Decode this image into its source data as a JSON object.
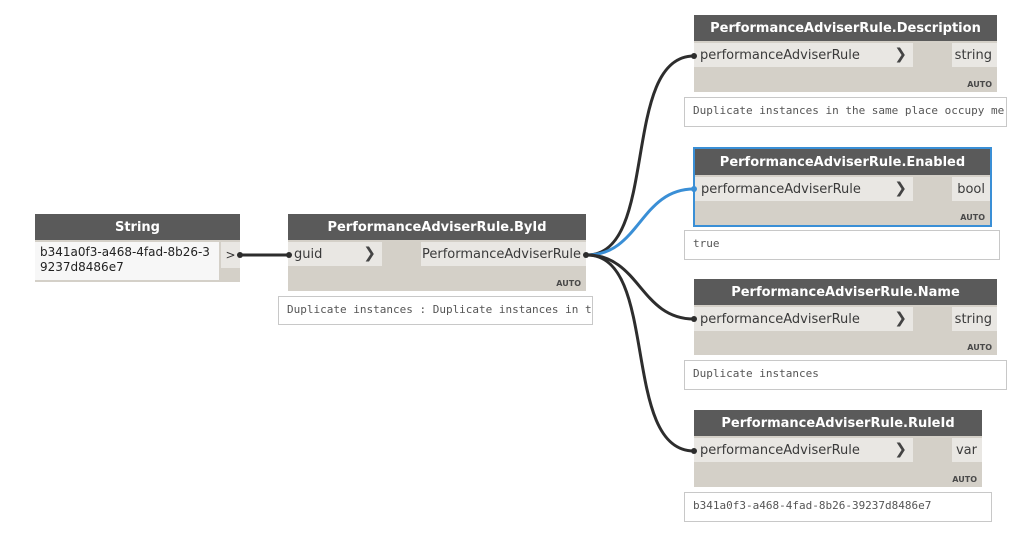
{
  "nodes": {
    "string": {
      "title": "String",
      "value": "b341a0f3-a468-4fad-8b26-39237d8486e7",
      "out_glyph": ">"
    },
    "byid": {
      "title": "PerformanceAdviserRule.ById",
      "input": "guid",
      "output": "PerformanceAdviserRule",
      "lacing": "AUTO",
      "preview": "Duplicate instances : Duplicate instances in t"
    },
    "description": {
      "title": "PerformanceAdviserRule.Description",
      "input": "performanceAdviserRule",
      "output": "string",
      "lacing": "AUTO",
      "preview": "Duplicate instances in the same place occupy me"
    },
    "enabled": {
      "title": "PerformanceAdviserRule.Enabled",
      "input": "performanceAdviserRule",
      "output": "bool",
      "lacing": "AUTO",
      "preview": "true"
    },
    "name": {
      "title": "PerformanceAdviserRule.Name",
      "input": "performanceAdviserRule",
      "output": "string",
      "lacing": "AUTO",
      "preview": "Duplicate instances"
    },
    "ruleid": {
      "title": "PerformanceAdviserRule.RuleId",
      "input": "performanceAdviserRule",
      "output": "var",
      "lacing": "AUTO",
      "preview": "b341a0f3-a468-4fad-8b26-39237d8486e7"
    }
  },
  "colors": {
    "header": "#5a5a5a",
    "body": "#d4d0c8",
    "wire": "#2d2d2d",
    "selected_wire": "#3a8fd6"
  },
  "icons": {
    "input_port": "chevron-right-icon"
  }
}
